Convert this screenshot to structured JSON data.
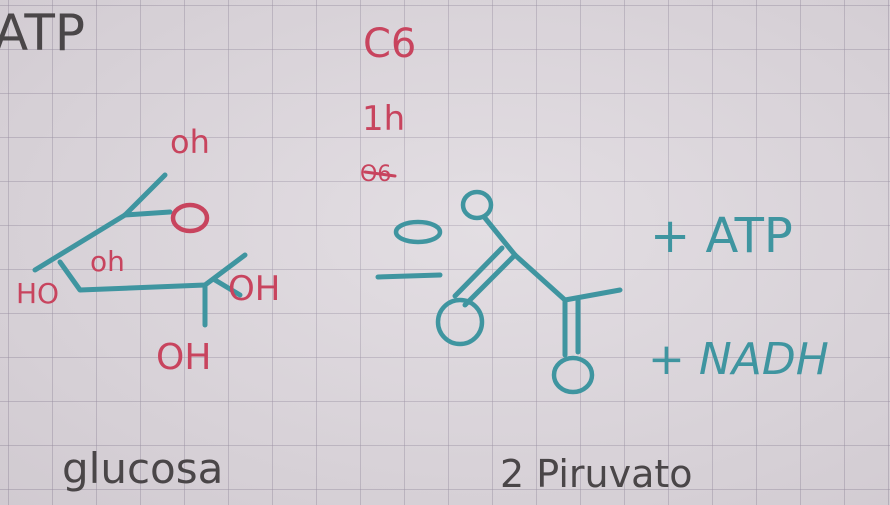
{
  "notes": {
    "atp_top": "ATP",
    "c6": "C6",
    "h": "1h",
    "o6": "O6",
    "minus": "-",
    "plus_atp": "+ ATP",
    "plus_nadh": "+ NADH",
    "glucosa": "glucosa",
    "piruvato": "2 Piruvato"
  },
  "glucose_labels": {
    "oh_top": "oh",
    "o_ring": "O",
    "oh_mid": "oh",
    "ho_left": "HO",
    "oh_right": "OH",
    "oh_bottom": "OH"
  },
  "pyruvate_labels": {
    "o_top": "O",
    "o_left": "O",
    "o_bottom": "O",
    "minus_o": "O"
  },
  "colors": {
    "pencil": "#4a4648",
    "red_ink": "#c8445e",
    "teal_ink": "#3f95a0",
    "grid": "#968ca0"
  }
}
